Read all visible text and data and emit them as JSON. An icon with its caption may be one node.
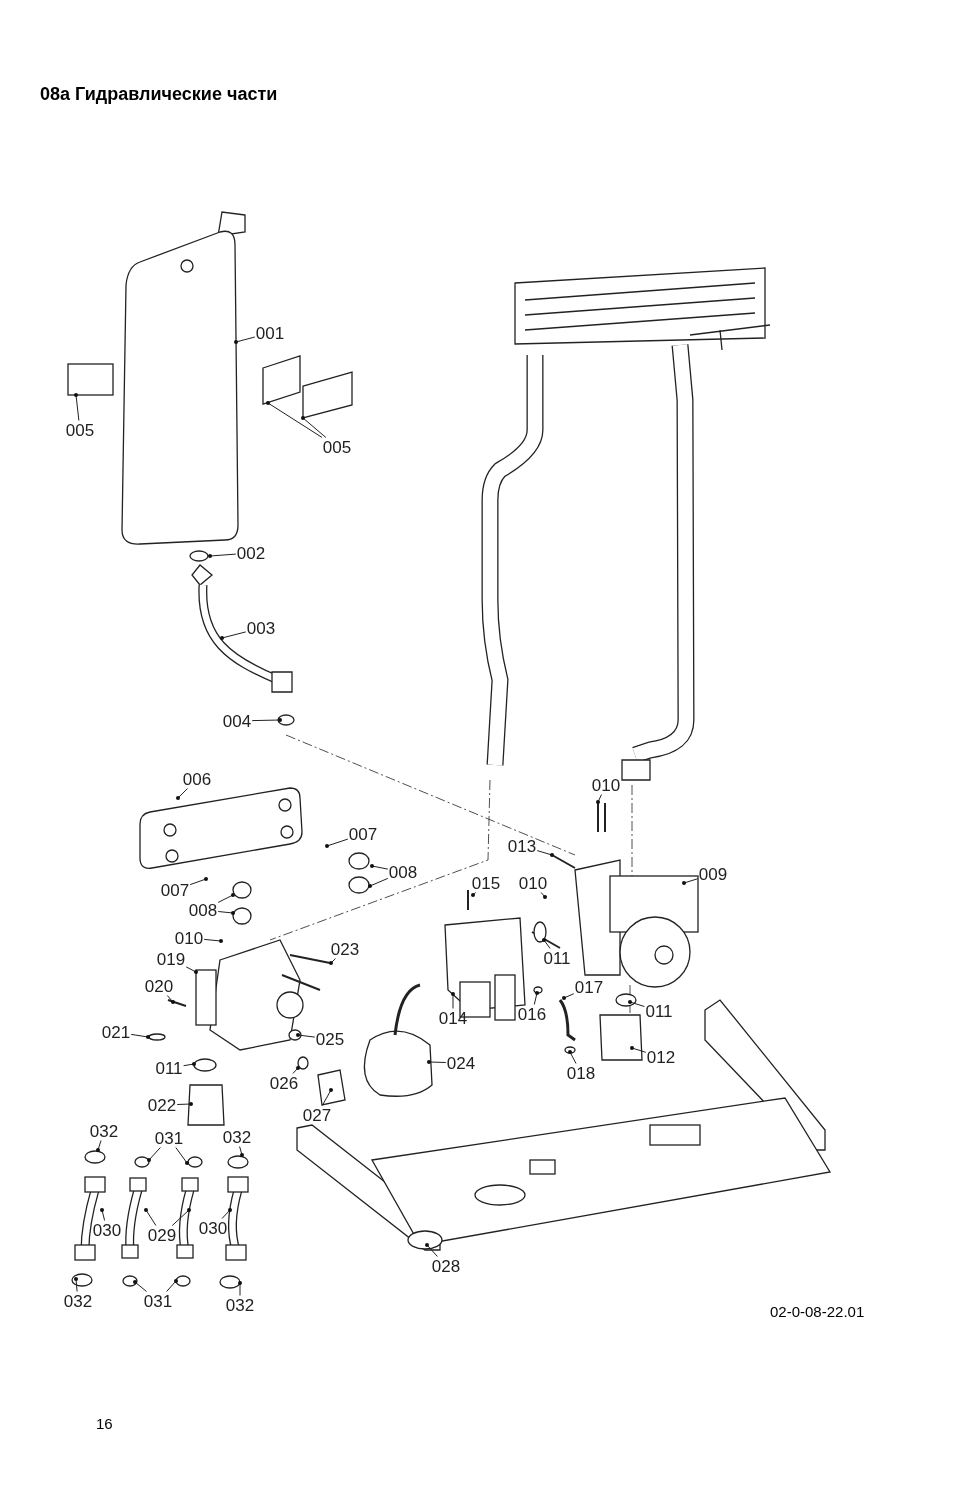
{
  "diagram": {
    "title": "08a Гидравлические части",
    "nodes": [
      {
        "text": [
          "001"
        ]
      },
      {
        "text": [
          "005"
        ]
      },
      {
        "text": [
          "005"
        ]
      },
      {
        "text": [
          "002"
        ]
      },
      {
        "text": [
          "003"
        ]
      },
      {
        "text": [
          "004"
        ]
      },
      {
        "text": [
          "006"
        ]
      },
      {
        "text": [
          "010"
        ]
      },
      {
        "text": [
          "007"
        ]
      },
      {
        "text": [
          "013"
        ]
      },
      {
        "text": [
          "009"
        ]
      },
      {
        "text": [
          "008"
        ]
      },
      {
        "text": [
          "007"
        ]
      },
      {
        "text": [
          "015"
        ]
      },
      {
        "text": [
          "010"
        ]
      },
      {
        "text": [
          "008"
        ]
      },
      {
        "text": [
          "010"
        ]
      },
      {
        "text": [
          "023"
        ]
      },
      {
        "text": [
          "011"
        ]
      },
      {
        "text": [
          "019"
        ]
      },
      {
        "text": [
          "020"
        ]
      },
      {
        "text": [
          "017"
        ]
      },
      {
        "text": [
          "014"
        ]
      },
      {
        "text": [
          "016"
        ]
      },
      {
        "text": [
          "011"
        ]
      },
      {
        "text": [
          "021"
        ]
      },
      {
        "text": [
          "025"
        ]
      },
      {
        "text": [
          "011"
        ]
      },
      {
        "text": [
          "024"
        ]
      },
      {
        "text": [
          "012"
        ]
      },
      {
        "text": [
          "018"
        ]
      },
      {
        "text": [
          "026"
        ]
      },
      {
        "text": [
          "022"
        ]
      },
      {
        "text": [
          "027"
        ]
      },
      {
        "text": [
          "032"
        ]
      },
      {
        "text": [
          "031"
        ]
      },
      {
        "text": [
          "032"
        ]
      },
      {
        "text": [
          "030"
        ]
      },
      {
        "text": [
          "029"
        ]
      },
      {
        "text": [
          "030"
        ]
      },
      {
        "text": [
          "028"
        ]
      },
      {
        "text": [
          "032"
        ]
      },
      {
        "text": [
          "031"
        ]
      },
      {
        "text": [
          "032"
        ]
      }
    ],
    "edges": [
      {
        "from": 0,
        "to": null,
        "arrow": "other"
      },
      {
        "from": 1,
        "to": null,
        "arrow": "other"
      },
      {
        "from": 2,
        "to": null,
        "arrow": "other"
      },
      {
        "from": 2,
        "to": null,
        "arrow": "other"
      },
      {
        "from": 3,
        "to": null,
        "arrow": "other"
      },
      {
        "from": 4,
        "to": null,
        "arrow": "other"
      },
      {
        "from": 5,
        "to": null,
        "arrow": "other"
      },
      {
        "from": 6,
        "to": null,
        "arrow": "other"
      },
      {
        "from": 7,
        "to": null,
        "arrow": "other"
      },
      {
        "from": 8,
        "to": null,
        "arrow": "other"
      },
      {
        "from": 9,
        "to": null,
        "arrow": "other"
      },
      {
        "from": 10,
        "to": null,
        "arrow": "other"
      },
      {
        "from": 11,
        "to": null,
        "arrow": "other"
      },
      {
        "from": 11,
        "to": null,
        "arrow": "other"
      },
      {
        "from": 12,
        "to": null,
        "arrow": "other"
      },
      {
        "from": 13,
        "to": null,
        "arrow": "other"
      },
      {
        "from": 14,
        "to": null,
        "arrow": "other"
      },
      {
        "from": 15,
        "to": null,
        "arrow": "other"
      },
      {
        "from": 15,
        "to": null,
        "arrow": "other"
      },
      {
        "from": 16,
        "to": null,
        "arrow": "other"
      },
      {
        "from": 17,
        "to": null,
        "arrow": "other"
      },
      {
        "from": 18,
        "to": null,
        "arrow": "other"
      },
      {
        "from": 19,
        "to": null,
        "arrow": "other"
      },
      {
        "from": 20,
        "to": null,
        "arrow": "other"
      },
      {
        "from": 21,
        "to": null,
        "arrow": "other"
      },
      {
        "from": 22,
        "to": null,
        "arrow": "other"
      },
      {
        "from": 23,
        "to": null,
        "arrow": "other"
      },
      {
        "from": 24,
        "to": null,
        "arrow": "other"
      },
      {
        "from": 25,
        "to": null,
        "arrow": "other"
      },
      {
        "from": 26,
        "to": null,
        "arrow": "other"
      },
      {
        "from": 27,
        "to": null,
        "arrow": "other"
      },
      {
        "from": 28,
        "to": null,
        "arrow": "other"
      },
      {
        "from": 29,
        "to": null,
        "arrow": "other"
      },
      {
        "from": 30,
        "to": null,
        "arrow": "other"
      },
      {
        "from": 31,
        "to": null,
        "arrow": "other"
      },
      {
        "from": 32,
        "to": null,
        "arrow": "other"
      },
      {
        "from": 33,
        "to": null,
        "arrow": "other"
      },
      {
        "from": 34,
        "to": null,
        "arrow": "other"
      },
      {
        "from": 35,
        "to": null,
        "arrow": "other"
      },
      {
        "from": 35,
        "to": null,
        "arrow": "other"
      },
      {
        "from": 36,
        "to": null,
        "arrow": "other"
      },
      {
        "from": 37,
        "to": null,
        "arrow": "other"
      },
      {
        "from": 38,
        "to": null,
        "arrow": "other"
      },
      {
        "from": 38,
        "to": null,
        "arrow": "other"
      },
      {
        "from": 39,
        "to": null,
        "arrow": "other"
      },
      {
        "from": 40,
        "to": null,
        "arrow": "other"
      },
      {
        "from": 41,
        "to": null,
        "arrow": "other"
      },
      {
        "from": 42,
        "to": null,
        "arrow": "other"
      },
      {
        "from": 42,
        "to": null,
        "arrow": "other"
      },
      {
        "from": 43,
        "to": null,
        "arrow": "other"
      }
    ],
    "labels": [
      "02-0-08-22.01",
      "16"
    ]
  }
}
